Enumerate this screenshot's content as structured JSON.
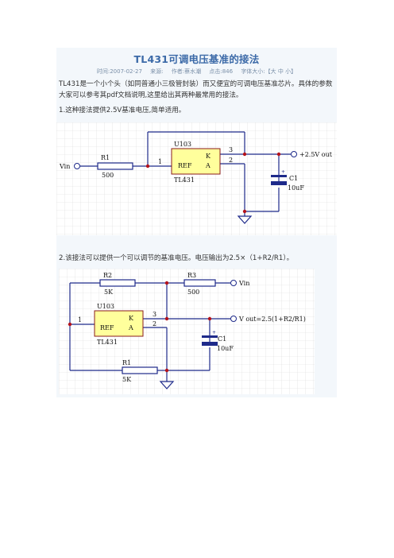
{
  "article": {
    "title": "TL431可调电压基准的接法",
    "meta": {
      "time": "时间:2007-02-27",
      "source": "来源:",
      "author": "作者:蔡水潮",
      "hits_label": "点击:",
      "hits": "846",
      "font_size": "字体大小:【大 中 小】"
    },
    "intro": "TL431是一个小个头（如同普通小三极管封装）而又便宜的可调电压基准芯片。具体的参数大家可以参考其pdf文档说明,这里给出其两种最常用的接法。",
    "method1": "1.这种接法提供2.5V基准电压,简单适用。",
    "method2": "2.该接法可以提供一个可以调节的基准电压。电压输出为2.5×（1+R2/R1）。"
  },
  "circuit1": {
    "vin": "Vin",
    "r1_name": "R1",
    "r1_value": "500",
    "chip_ref": "U103",
    "chip_part": "TL431",
    "pin_ref": "REF",
    "pin_k": "K",
    "pin_a": "A",
    "pin1": "1",
    "pin2": "2",
    "pin3": "3",
    "out": "+2.5V out",
    "c1_name": "C1",
    "c1_value": "10uF"
  },
  "circuit2": {
    "r2_name": "R2",
    "r2_value": "5K",
    "r3_name": "R3",
    "r3_value": "500",
    "vin": "Vin",
    "chip_ref": "U103",
    "chip_part": "TL431",
    "pin_ref": "REF",
    "pin_k": "K",
    "pin_a": "A",
    "pin1": "1",
    "pin2": "2",
    "pin3": "3",
    "vout": "V out=2.5(1+R2/R1)",
    "c1_name": "C1",
    "c1_value": "10uF",
    "r1_name": "R1",
    "r1_value": "5K"
  },
  "colors": {
    "title": "#3c6aa8",
    "wire": "#1e2a8a",
    "chip": "#ffff9c",
    "node": "#b4121b",
    "grid": "#d9d9d9"
  }
}
